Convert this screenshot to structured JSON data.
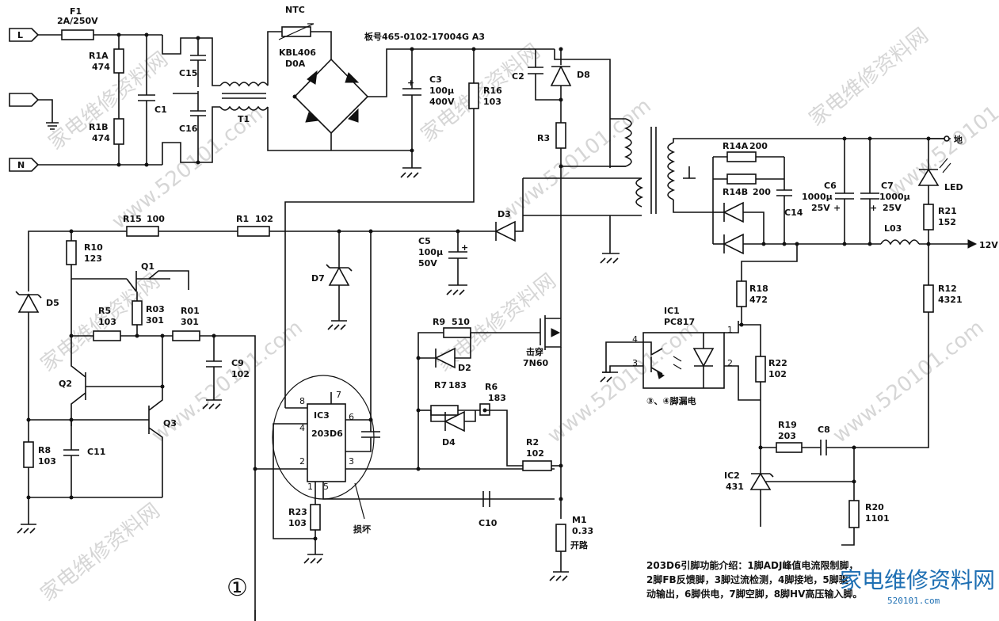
{
  "board_label": "板号465-0102-17004G A3",
  "terminals": {
    "L": "L",
    "N": "N",
    "ground": "地",
    "out": "12V"
  },
  "parts": {
    "F1": "F1",
    "F1_val": "2A/250V",
    "NTC": "NTC",
    "bridge": "KBL406",
    "bridge_val": "D0A",
    "R1A": "R1A",
    "R1A_val": "474",
    "R1B": "R1B",
    "R1B_val": "474",
    "C1": "C1",
    "C15": "C15",
    "C16": "C16",
    "T1": "T1",
    "C3": "C3",
    "C3_v1": "100μ",
    "C3_v2": "400V",
    "R16": "R16",
    "R16_val": "103",
    "C2": "C2",
    "D8": "D8",
    "R3": "R3",
    "D3": "D3",
    "C5": "C5",
    "C5_v1": "100μ",
    "C5_v2": "50V",
    "R15": "R15",
    "R15_val": "100",
    "R1": "R1",
    "R1_val": "102",
    "R10": "R10",
    "R10_val": "123",
    "Q1": "Q1",
    "D7": "D7",
    "D5": "D5",
    "R5": "R5",
    "R5_val": "103",
    "R03": "R03",
    "R03_val": "301",
    "R01": "R01",
    "R01_val": "301",
    "C9": "C9",
    "C9_val": "102",
    "Q2": "Q2",
    "Q3": "Q3",
    "R8": "R8",
    "R8_val": "103",
    "C11": "C11",
    "IC3": "IC3",
    "IC3_val": "203D6",
    "R23": "R23",
    "R23_val": "103",
    "R9": "R9",
    "R9_val": "510",
    "D2": "D2",
    "R7": "R7",
    "R7_val": "183",
    "R6": "R6",
    "R6_val": "183",
    "D4": "D4",
    "R2": "R2",
    "R2_val": "102",
    "C10": "C10",
    "M1": "M1",
    "M1_val": "0.33",
    "mosfet_val": "7N60",
    "IC1": "IC1",
    "IC1_val": "PC817",
    "R14A": "R14A",
    "R14A_val": "200",
    "R14B": "R14B",
    "R14B_val": "200",
    "C14": "C14",
    "C6": "C6",
    "C6_v1": "1000μ",
    "C6_v2": "25V",
    "C7": "C7",
    "C7_v1": "1000μ",
    "C7_v2": "25V",
    "LED": "LED",
    "R21": "R21",
    "R21_val": "152",
    "L03": "L03",
    "R18": "R18",
    "R18_val": "472",
    "R12": "R12",
    "R12_val": "4321",
    "R22": "R22",
    "R22_val": "102",
    "R19": "R19",
    "R19_val": "203",
    "C8": "C8",
    "IC2": "IC2",
    "IC2_val": "431",
    "R20": "R20",
    "R20_val": "1101"
  },
  "pins": {
    "p1": "1",
    "p2": "2",
    "p3": "3",
    "p4": "4",
    "p5": "5",
    "p7": "7",
    "p8": "8",
    "p6": "6"
  },
  "annotations": {
    "breakdown": "击穿",
    "damaged": "损坏",
    "open": "开路",
    "leak": "③、④脚漏电",
    "circle_one": "①"
  },
  "note_lines": [
    "203D6引脚功能介绍：1脚ADJ峰值电流限制脚，",
    "2脚FB反馈脚，3脚过流检测，4脚接地，5脚驱",
    "动输出，6脚供电，7脚空脚，8脚HV高压输入脚。"
  ],
  "watermarks": [
    "家电维修资料网",
    "www.520101.com",
    "家电维修资料网",
    "www.520101.com",
    "家电维修资料网",
    "www.520101.com",
    "家电维修资料网",
    "www.520101.com",
    "家电维修资料网",
    "www.520101.com",
    "家电维修资料网",
    "www.520101.com"
  ],
  "logo": {
    "text": "家电维修资料网",
    "url": "520101.com"
  },
  "colors": {
    "logo": "#1e6fb3",
    "ink": "#111111",
    "watermark": "#d6d6d6"
  }
}
